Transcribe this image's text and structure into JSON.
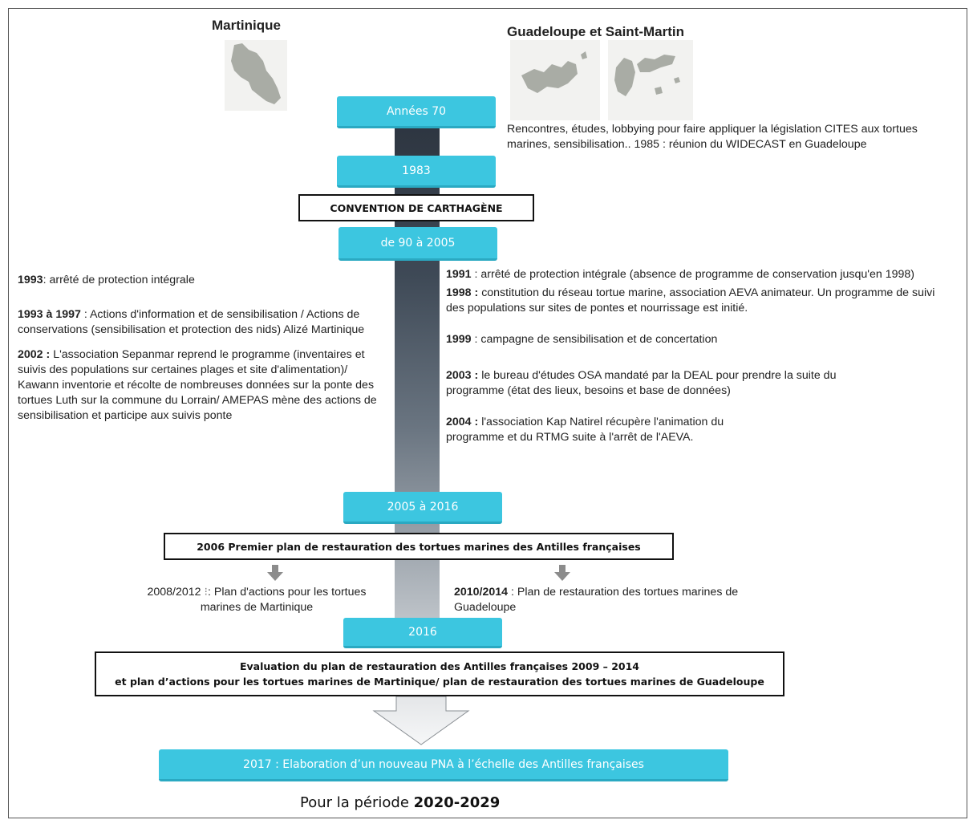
{
  "regions": {
    "left_title": "Martinique",
    "right_title": "Guadeloupe et Saint-Martin"
  },
  "timeline": {
    "annees70": "Années 70",
    "y1983": "1983",
    "convention": "CONVENTION DE CARTHAGÈNE",
    "p90_2005": "de 90 à 2005",
    "p2005_2016": "2005  à 2016",
    "plan2006": "2006 Premier plan de restauration des tortues marines des Antilles françaises",
    "y2016": "2016",
    "evaluation_line1": "Evaluation du plan de restauration des Antilles françaises 2009 – 2014",
    "evaluation_line2": "et plan d’actions pour les tortues marines de Martinique/ plan de restauration des tortues marines de Guadeloupe",
    "final": "2017 : Elaboration d’un nouveau PNA à l’échelle des Antilles françaises"
  },
  "intro_text": "Rencontres, études, lobbying pour faire appliquer la législation CITES aux tortues marines, sensibilisation.. 1985  : réunion du WIDECAST en Guadeloupe",
  "martinique": [
    {
      "year": "1993",
      "sep": ": ",
      "text": "arrêté de protection intégrale"
    },
    {
      "year": "1993 à 1997",
      "sep": " : ",
      "text": "Actions d'information et de sensibilisation / Actions de conservations (sensibilisation et protection des nids) Alizé Martinique"
    },
    {
      "year": "2002 :",
      "sep": " ",
      "text": "L'association Sepanmar reprend le programme (inventaires et suivis des populations sur certaines plages et site d'alimentation)/ Kawann inventorie et récolte de nombreuses données sur la ponte des tortues Luth sur la commune du Lorrain/ AMEPAS mène des actions de sensibilisation et participe aux suivis ponte"
    }
  ],
  "guadeloupe": [
    {
      "year": "1991",
      "sep": " : ",
      "text": "arrêté de protection intégrale (absence de programme de conservation jusqu'en 1998)"
    },
    {
      "year": "1998 :",
      "sep": " ",
      "text": "constitution du réseau tortue marine, association AEVA animateur. Un programme de suivi des populations sur sites de pontes et nourrissage est initié."
    },
    {
      "year": "1999",
      "sep": " : ",
      "text": "campagne de sensibilisation et de concertation"
    },
    {
      "year": "2003 :",
      "sep": " ",
      "text": "le bureau d'études OSA mandaté par la DEAL pour prendre la suite du programme (état des lieux, besoins et base de données)"
    },
    {
      "year": "2004 :",
      "sep": " ",
      "text": "l'association Kap Natirel récupère l'animation du programme et du RTMG suite à l'arrêt de l'AEVA."
    }
  ],
  "plans": {
    "martinique_pre": "2008/2012 ",
    "martinique_mark": "⁝",
    "martinique_rest": ": Plan d'actions pour les tortues marines de Martinique",
    "guadeloupe_year": "2010/2014",
    "guadeloupe_rest": " : Plan de restauration des tortues marines de Guadeloupe"
  },
  "footer": {
    "prefix": "Pour la période ",
    "period": "2020-2029"
  },
  "colors": {
    "timeline_box": "#3cc6e0",
    "spine_top": "#2d3540",
    "spine_bottom": "#c4c9ce",
    "map_fill": "#a9aca5"
  }
}
